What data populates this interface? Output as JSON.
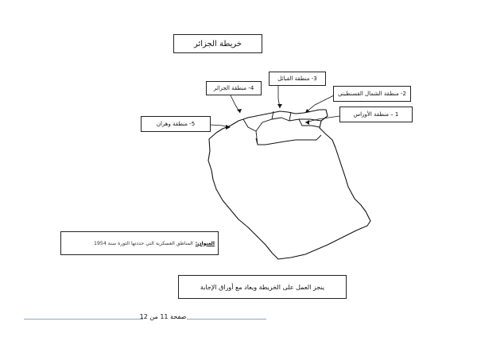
{
  "map": {
    "title": "خريطة الجزائر",
    "regions": [
      {
        "id": "r4",
        "label": "4- منطقة الجزائر"
      },
      {
        "id": "r3",
        "label": "3- منطقة القبائل"
      },
      {
        "id": "r2",
        "label": "2- منطقة الشمال القسنطيني"
      },
      {
        "id": "r1",
        "label": "1 – منطقة الأوراس"
      },
      {
        "id": "r5",
        "label": "5- منطقة وهران"
      }
    ],
    "legend": {
      "label": "العنوان:",
      "text": "المناطق العسكرية التي حددتها الثورة سنة 1954"
    }
  },
  "instructions": {
    "note": "ينجز العمل على الخريطة ويعاد مع أوراق الإجابة"
  },
  "footer": {
    "page": "صفحة 11 من 12"
  }
}
